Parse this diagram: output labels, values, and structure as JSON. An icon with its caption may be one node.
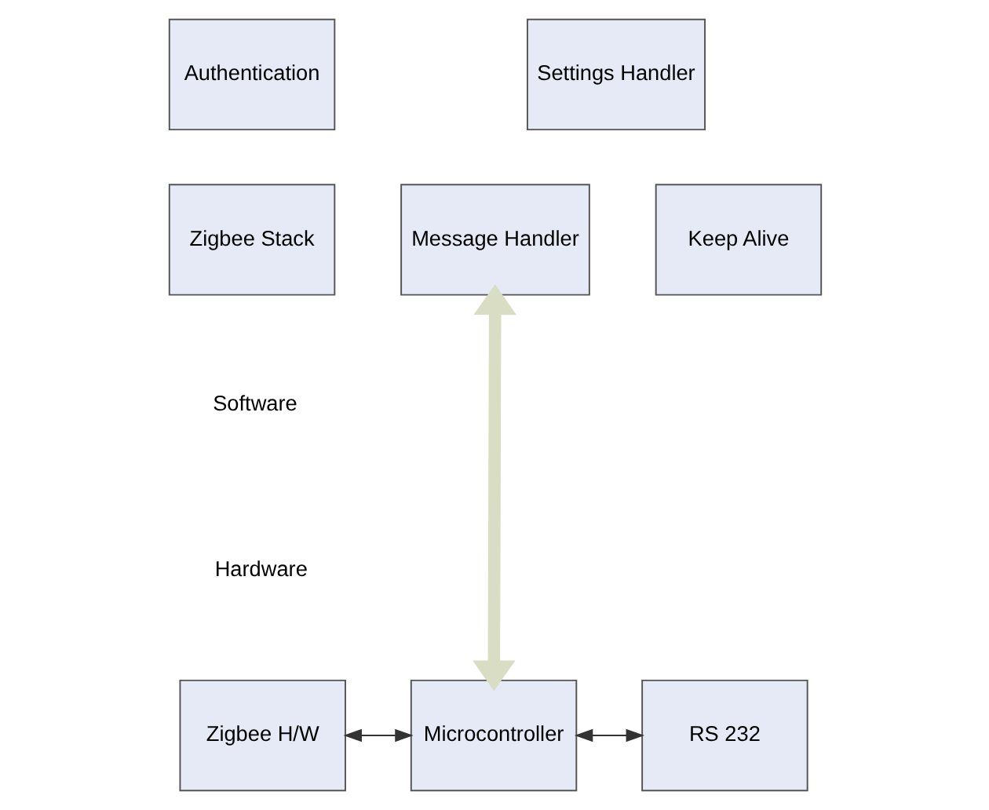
{
  "diagram": {
    "nodes": [
      {
        "text": [
          "Authentication"
        ]
      },
      {
        "text": [
          "Settings Handler"
        ]
      },
      {
        "text": [
          "Zigbee Stack"
        ]
      },
      {
        "text": [
          "Message Handler"
        ]
      },
      {
        "text": [
          "Keep Alive"
        ]
      },
      {
        "text": [
          "Zigbee H/W"
        ]
      },
      {
        "text": [
          "Microcontroller"
        ]
      },
      {
        "text": [
          "RS 232"
        ]
      }
    ],
    "edges": [
      {
        "from": 3,
        "to": 6,
        "arrow": "both",
        "style": "thick",
        "color": "#d8ddc4"
      },
      {
        "from": 5,
        "to": 6,
        "arrow": "both"
      },
      {
        "from": 6,
        "to": 7,
        "arrow": "both"
      }
    ],
    "labels": [
      "Software",
      "Hardware"
    ]
  }
}
